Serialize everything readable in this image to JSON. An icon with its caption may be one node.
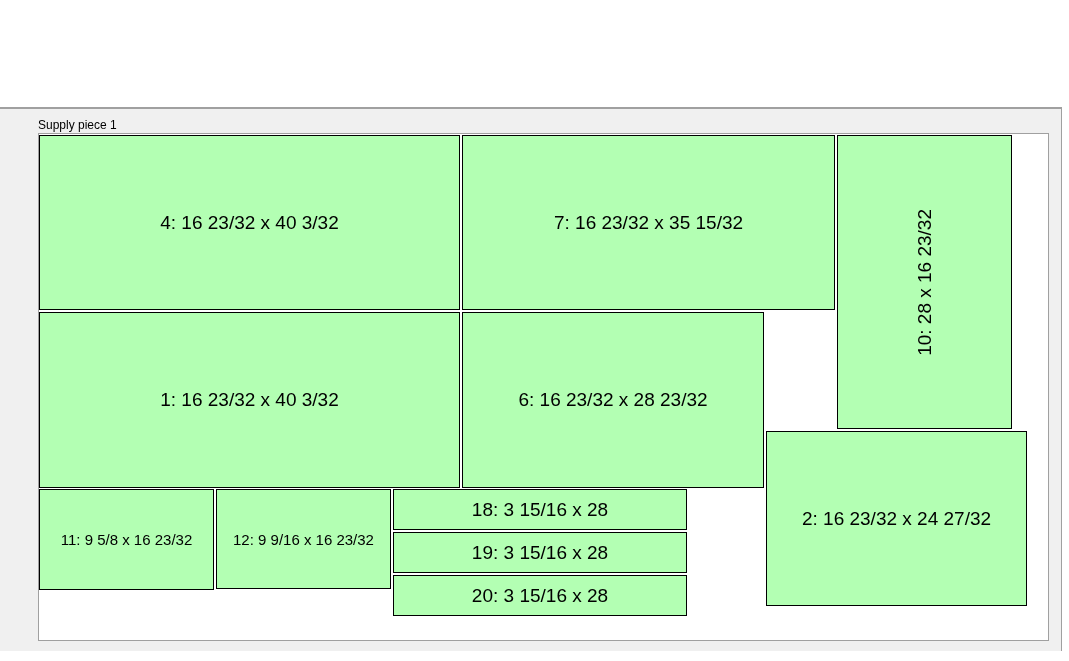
{
  "diagram": {
    "nodes": [
      {
        "text": [
          "Supply piece 1"
        ]
      },
      {
        "text": [
          "4: 16 23/32 x 40 3/32"
        ],
        "in": 0
      },
      {
        "text": [
          "7: 16 23/32 x 35 15/32"
        ],
        "in": 0
      },
      {
        "text": [
          "10: 28 x 16 23/32"
        ],
        "in": 0
      },
      {
        "text": [
          "1: 16 23/32 x 40 3/32"
        ],
        "in": 0
      },
      {
        "text": [
          "6: 16 23/32 x 28 23/32"
        ],
        "in": 0
      },
      {
        "text": [
          "2: 16 23/32 x 24 27/32"
        ],
        "in": 0
      },
      {
        "text": [
          "11: 9 5/8 x 16 23/32"
        ],
        "in": 0
      },
      {
        "text": [
          "12: 9 9/16 x 16 23/32"
        ],
        "in": 0
      },
      {
        "text": [
          "18: 3 15/16 x 28"
        ],
        "in": 0
      },
      {
        "text": [
          "19: 3 15/16 x 28"
        ],
        "in": 0
      },
      {
        "text": [
          "20: 3 15/16 x 28"
        ],
        "in": 0
      }
    ]
  }
}
